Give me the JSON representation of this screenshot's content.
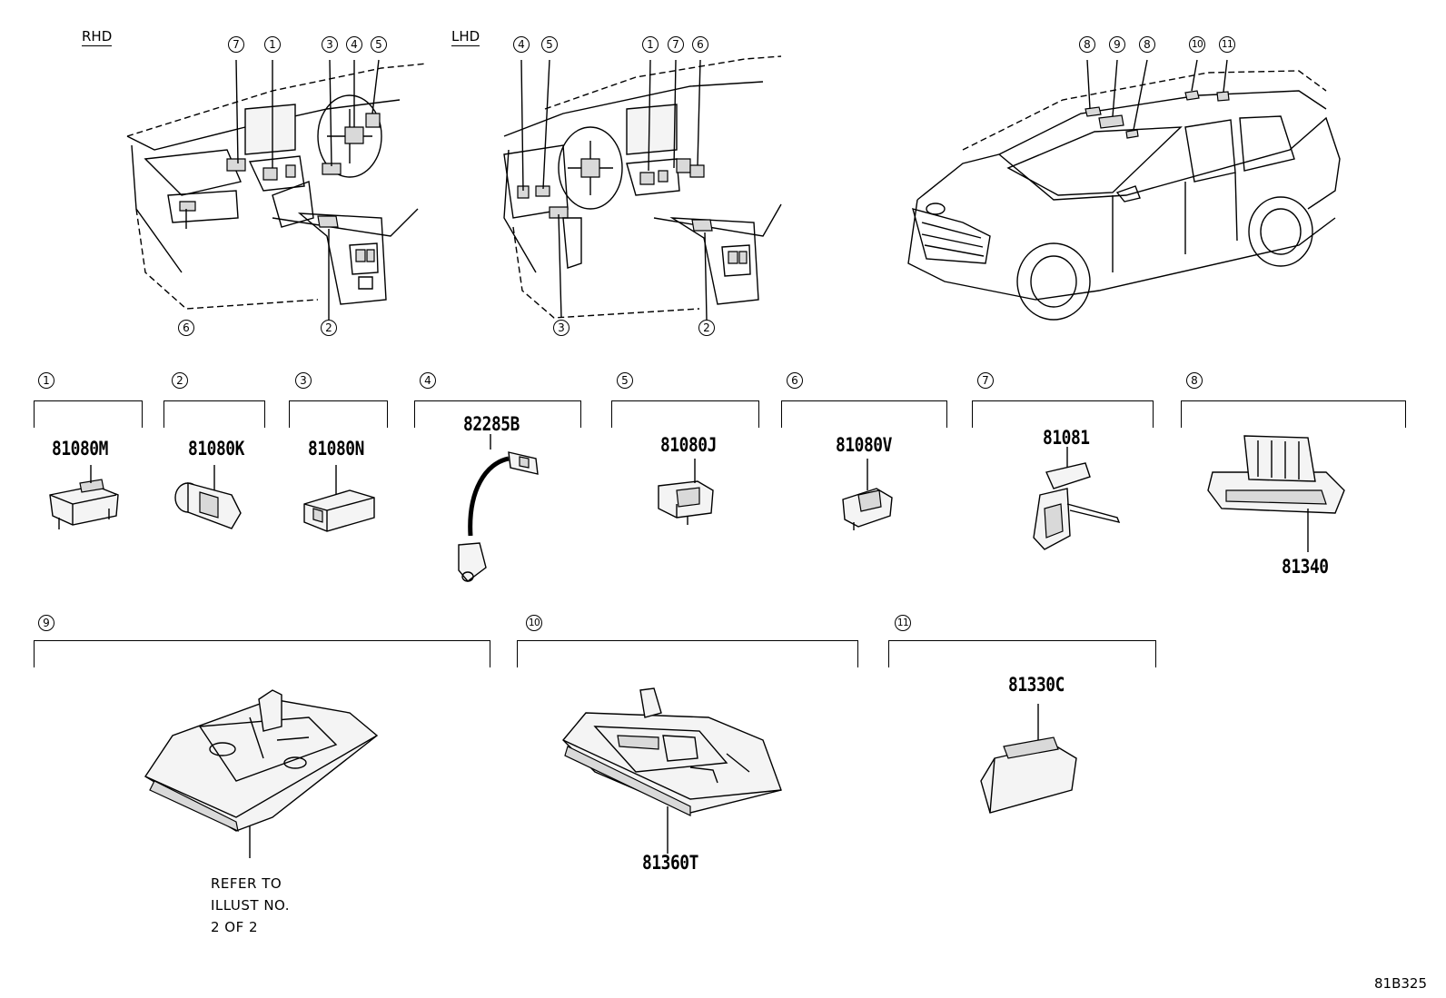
{
  "views": {
    "rhd_label": "RHD",
    "lhd_label": "LHD"
  },
  "callouts": {
    "rhd_top": [
      "7",
      "1",
      "3",
      "4",
      "5"
    ],
    "rhd_bottom": [
      "6",
      "2"
    ],
    "lhd_top": [
      "4",
      "5",
      "1",
      "7",
      "6"
    ],
    "lhd_bottom": [
      "3",
      "2"
    ],
    "vehicle_top": [
      "8",
      "9",
      "8",
      "10",
      "11"
    ]
  },
  "parts": [
    {
      "index": "1",
      "part_number": "81080M"
    },
    {
      "index": "2",
      "part_number": "81080K"
    },
    {
      "index": "3",
      "part_number": "81080N"
    },
    {
      "index": "4",
      "part_number": "82285B"
    },
    {
      "index": "5",
      "part_number": "81080J"
    },
    {
      "index": "6",
      "part_number": "81080V"
    },
    {
      "index": "7",
      "part_number": "81081"
    },
    {
      "index": "8",
      "part_number": "81340"
    },
    {
      "index": "9",
      "note_lines": [
        "REFER TO",
        "ILLUST NO.",
        "2 OF 2"
      ]
    },
    {
      "index": "10",
      "part_number": "81360T"
    },
    {
      "index": "11",
      "part_number": "81330C"
    }
  ],
  "diagram_code": "81B325"
}
